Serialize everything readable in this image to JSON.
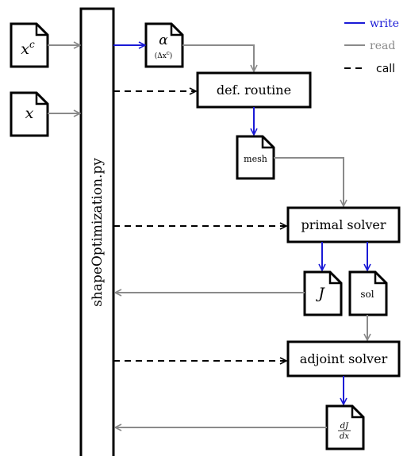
{
  "legend": {
    "write": "write",
    "read": "read",
    "call": "call"
  },
  "colors": {
    "write": "#1a1ad6",
    "read": "#8a8a8a",
    "call": "#000000"
  },
  "main_script": "shapeOptimization.py",
  "processes": {
    "deformation": "def. routine",
    "primal": "primal solver",
    "adjoint": "adjoint solver"
  },
  "files": {
    "xc": {
      "base": "x",
      "sup": "c"
    },
    "x": {
      "base": "x"
    },
    "alpha": {
      "main": "α",
      "sub": "(Δx",
      "sub_sup": "c",
      "sub_close": ")"
    },
    "mesh": "mesh",
    "J": "J",
    "sol": "sol",
    "dJdx": {
      "num": "dJ",
      "den": "dx"
    }
  }
}
